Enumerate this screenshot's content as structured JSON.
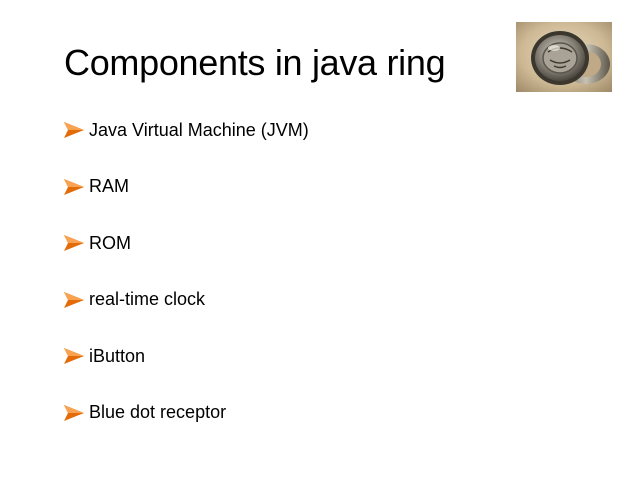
{
  "slide": {
    "title": "Components in java ring",
    "bullet_icon": "orange-arrowhead-bullet-icon",
    "bullet_color": "#E36C09",
    "items": [
      "Java Virtual Machine (JVM)",
      "RAM",
      "ROM",
      "real-time clock",
      "iButton",
      "Blue dot receptor"
    ],
    "image": "java-ring-photo"
  }
}
